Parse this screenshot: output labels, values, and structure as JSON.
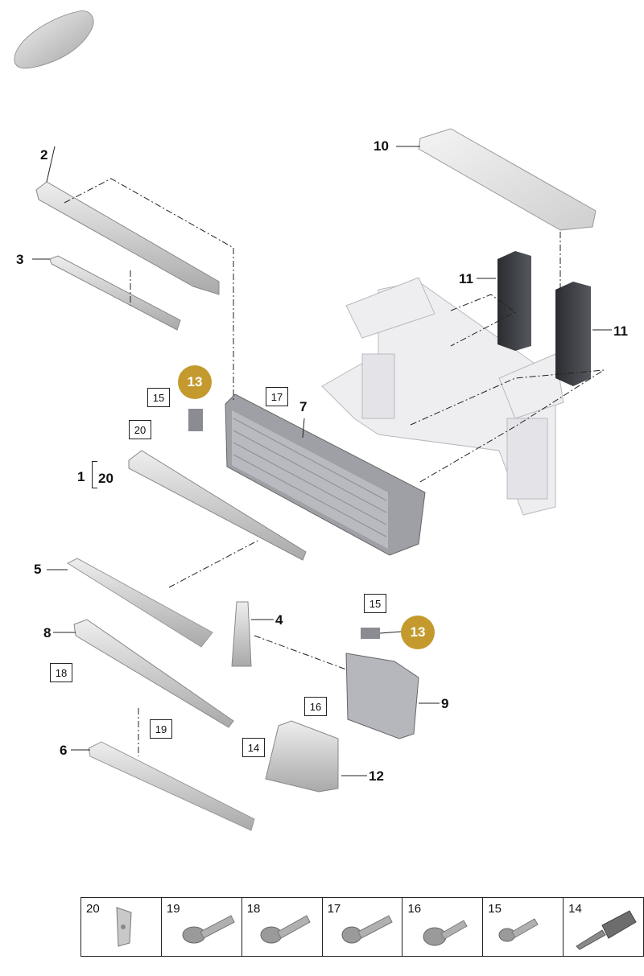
{
  "callouts": {
    "c1": "1",
    "c2": "2",
    "c3": "3",
    "c4": "4",
    "c5": "5",
    "c6": "6",
    "c7": "7",
    "c8": "8",
    "c9": "9",
    "c10": "10",
    "c11a": "11",
    "c11b": "11",
    "c12": "12",
    "c20sub": "20"
  },
  "boxed": {
    "b15a": "15",
    "b17": "17",
    "b20": "20",
    "b15b": "15",
    "b16": "16",
    "b18": "18",
    "b19": "19",
    "b14": "14"
  },
  "highlight": {
    "h13a": "13",
    "h13b": "13",
    "color": "#c49a2e"
  },
  "legend": [
    {
      "num": "20",
      "icon": "clip-nut-icon"
    },
    {
      "num": "19",
      "icon": "flange-bolt-icon"
    },
    {
      "num": "18",
      "icon": "washer-bolt-icon"
    },
    {
      "num": "17",
      "icon": "hex-bolt-icon"
    },
    {
      "num": "16",
      "icon": "washer-screw-icon"
    },
    {
      "num": "15",
      "icon": "short-bolt-icon"
    },
    {
      "num": "14",
      "icon": "sensor-icon"
    }
  ]
}
